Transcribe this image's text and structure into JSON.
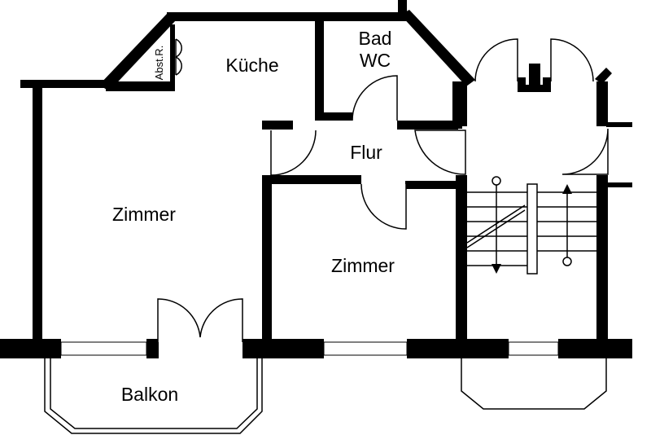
{
  "rooms": {
    "kueche": "Küche",
    "bad_line1": "Bad",
    "bad_line2": "WC",
    "flur": "Flur",
    "zimmer_left": "Zimmer",
    "zimmer_middle": "Zimmer",
    "balkon": "Balkon",
    "abstellraum": "Abst.R."
  },
  "colors": {
    "wall": "#000000",
    "background": "#ffffff"
  }
}
